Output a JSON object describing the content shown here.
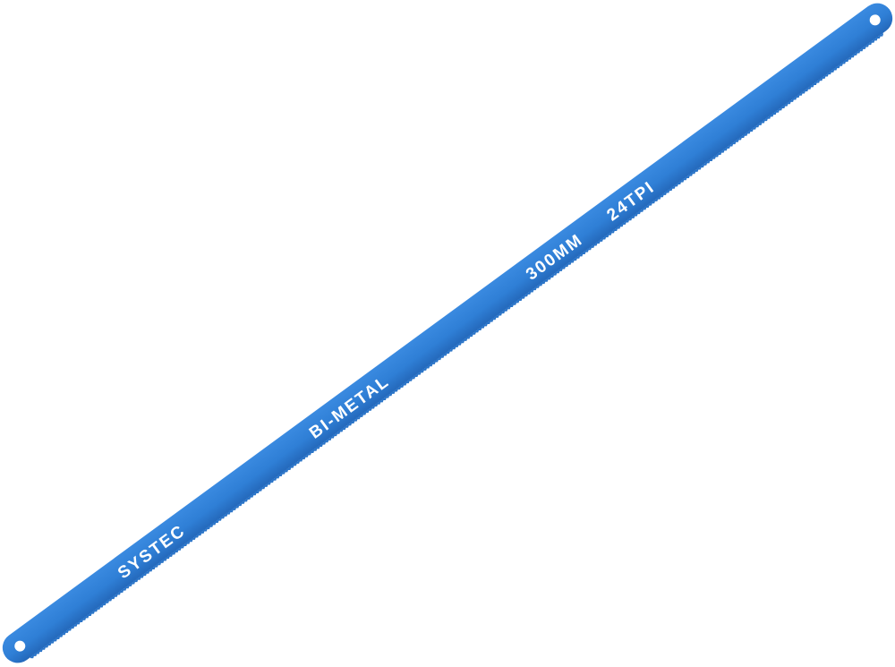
{
  "product": {
    "type": "hacksaw blade",
    "color": "#2f7fd6",
    "edge_color": "#2368b8",
    "hole_color": "#ffffff",
    "markings": {
      "brand": "SYSTEC",
      "material": "BI-METAL",
      "length": "300MM",
      "teeth": "24TPI"
    }
  }
}
